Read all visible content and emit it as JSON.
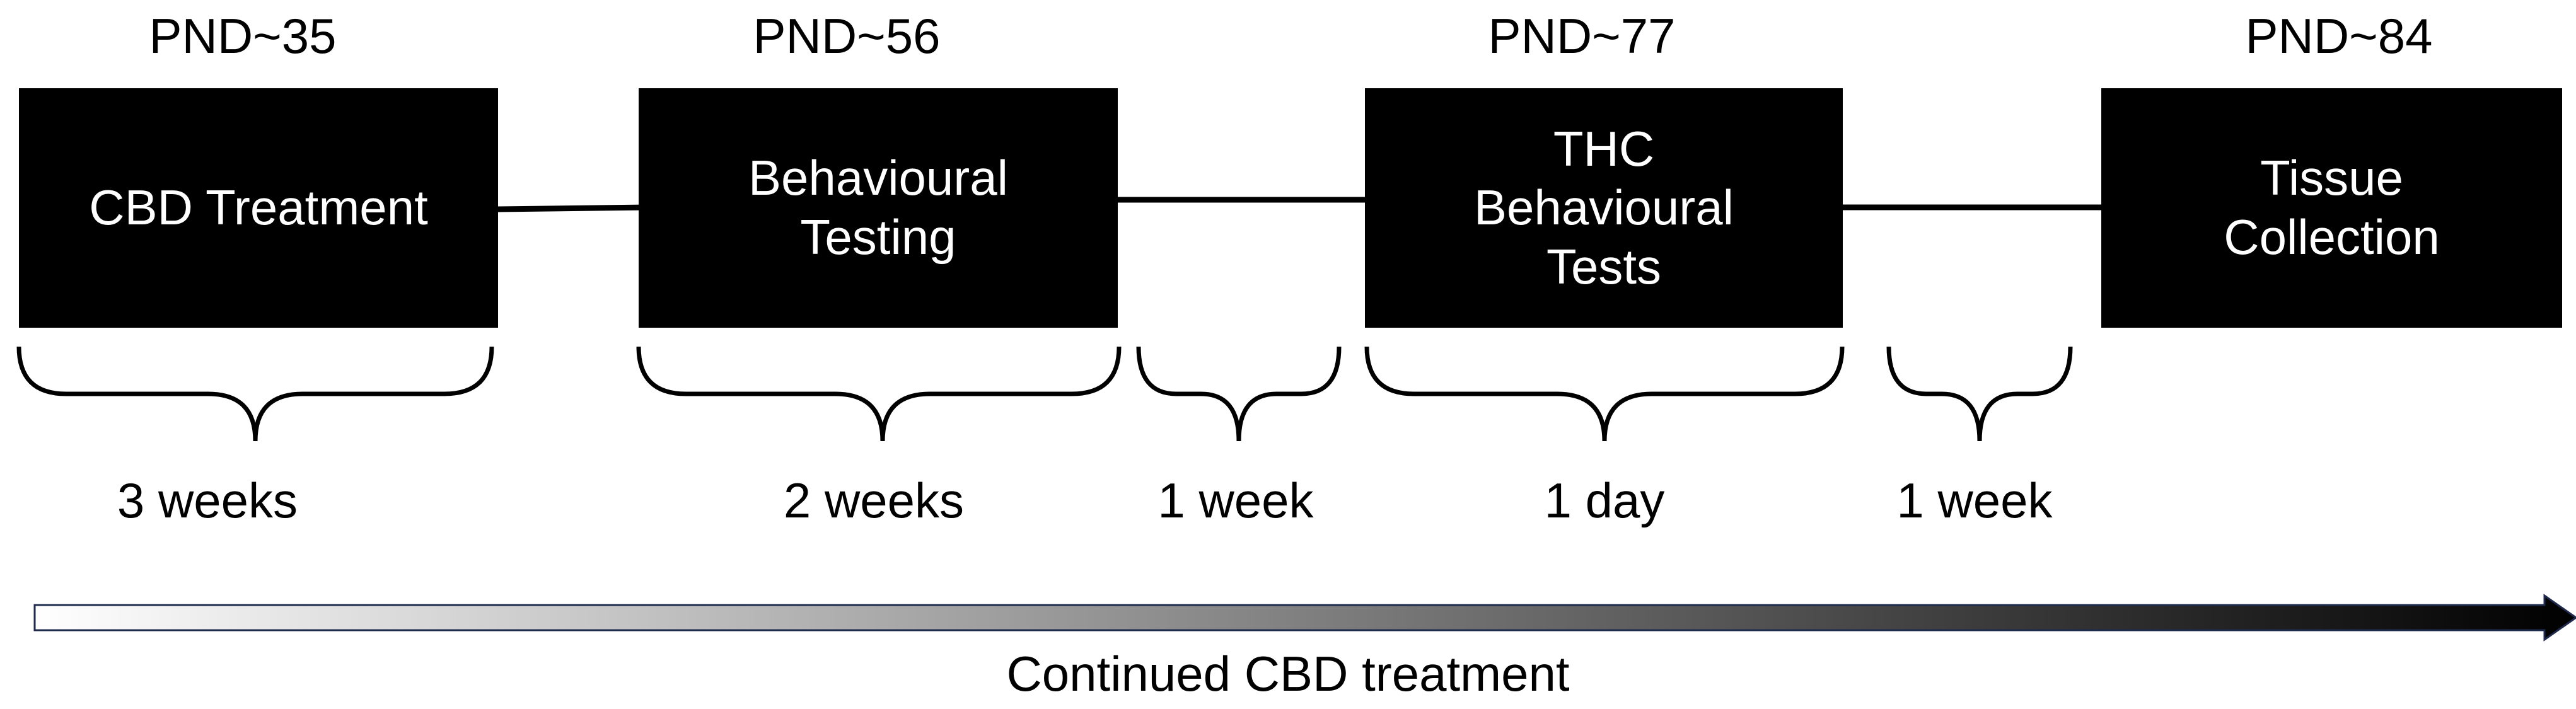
{
  "stages": [
    {
      "pnd": "PND~35",
      "label": "CBD Treatment"
    },
    {
      "pnd": "PND~56",
      "label": "Behavioural\nTesting"
    },
    {
      "pnd": "PND~77",
      "label": "THC\nBehavioural\nTests"
    },
    {
      "pnd": "PND~84",
      "label": "Tissue\nCollection"
    }
  ],
  "durations": [
    "3 weeks",
    "2 weeks",
    "1 week",
    "1 day",
    "1 week"
  ],
  "arrow": {
    "label": "Continued CBD treatment",
    "gradient_start": "#ffffff",
    "gradient_end": "#000000"
  }
}
